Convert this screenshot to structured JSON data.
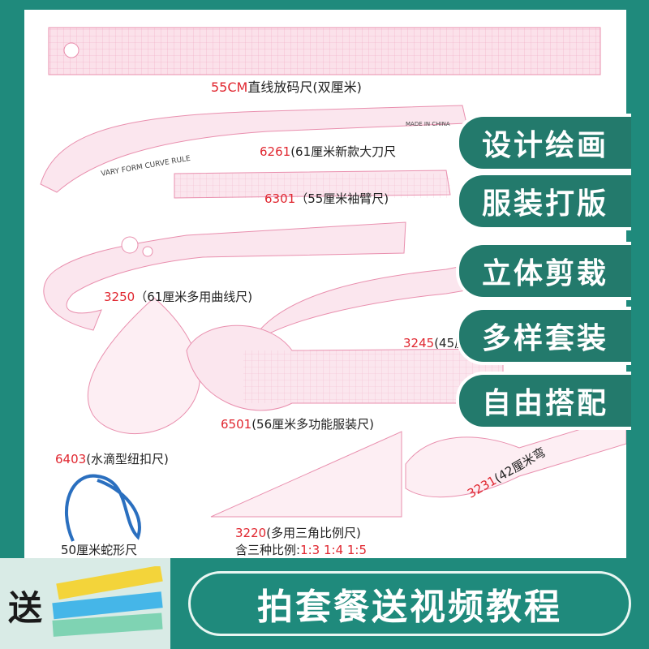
{
  "colors": {
    "brand": "#1f8a7c",
    "badge": "#237a6c",
    "accent_red": "#e0262f",
    "ruler_pink": "#f3b5c9"
  },
  "labels": {
    "ruler55": {
      "code": "55CM",
      "text": "直线放码尺(双厘米)"
    },
    "ruler6261": {
      "code": "6261",
      "text": "(61厘米新款大刀尺"
    },
    "ruler6301": {
      "code": "6301",
      "text": "（55厘米袖臂尺)"
    },
    "ruler3250": {
      "code": "3250",
      "text": "（61厘米多用曲线尺)"
    },
    "ruler3245": {
      "code": "3245",
      "text": "(45厘"
    },
    "ruler6501": {
      "code": "6501",
      "text": "(56厘米多功能服装尺)"
    },
    "ruler6403": {
      "code": "6403",
      "text": "(水滴型纽扣尺)"
    },
    "ruler3231": {
      "code": "3231",
      "text": "(42厘米弯"
    },
    "snake": {
      "text": "50厘米蛇形尺"
    },
    "ruler3220": {
      "code": "3220",
      "text": "(多用三角比例尺)"
    },
    "ratios": {
      "prefix": "含三种比例:",
      "values": "1:3 1:4 1:5"
    }
  },
  "ruler_text": {
    "curve_name": "VARY FORM CURVE RULE",
    "made_in": "MADE IN CHINA"
  },
  "badges": [
    "设计绘画",
    "服装打版",
    "立体剪裁",
    "多样套装",
    "自由搭配"
  ],
  "bottom": {
    "send": "送",
    "banner": "拍套餐送视频教程"
  }
}
